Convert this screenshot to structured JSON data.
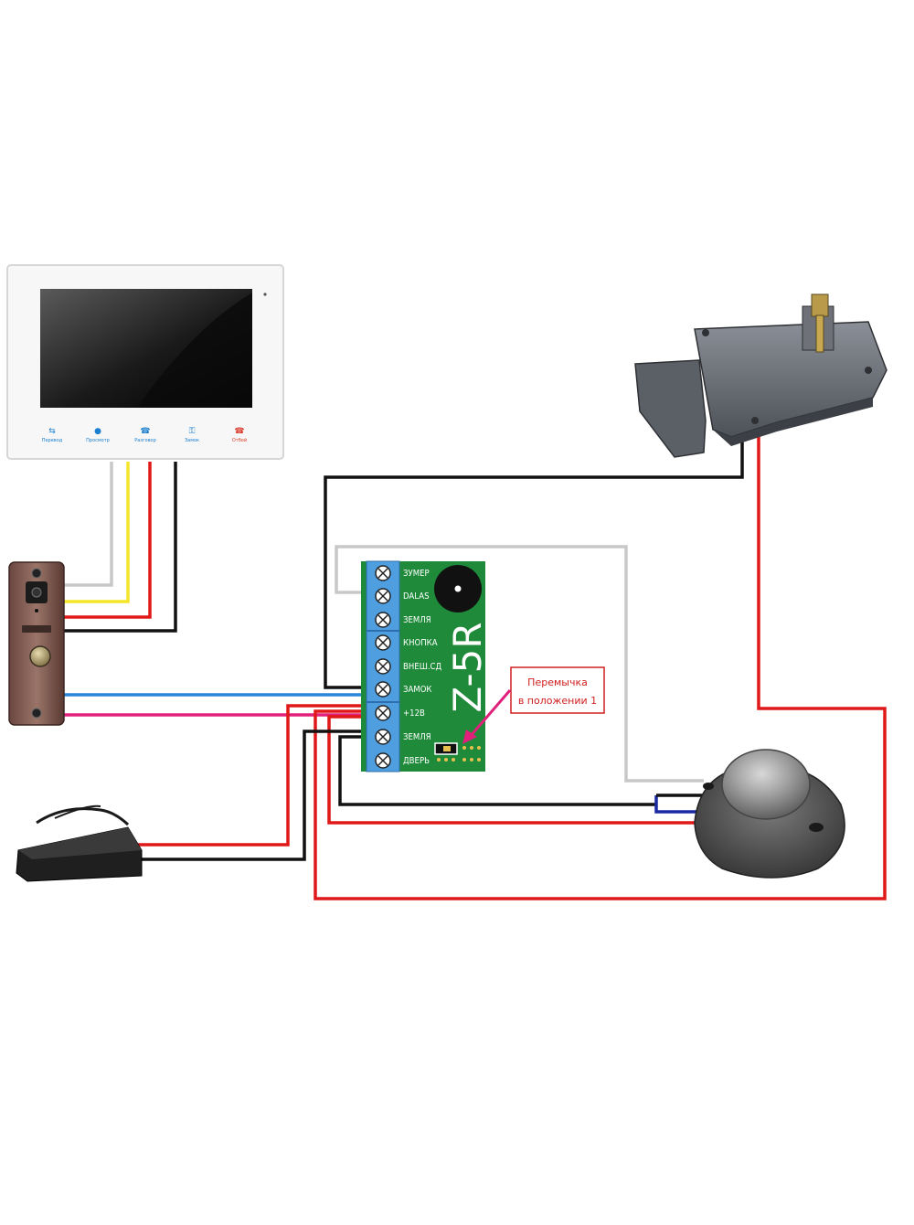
{
  "monitor": {
    "buttons": [
      {
        "label": "Перевод",
        "icon": "transfer-icon"
      },
      {
        "label": "Просмотр",
        "icon": "user-icon"
      },
      {
        "label": "Разговор",
        "icon": "handset-icon"
      },
      {
        "label": "Замок",
        "icon": "key-icon"
      },
      {
        "label": "Отбой",
        "icon": "hangup-icon"
      }
    ],
    "accent_color": "#1a7fd0",
    "hangup_color": "#d93a2a"
  },
  "controller": {
    "model": "Z-5R",
    "terminals": [
      "ЗУМЕР",
      "DALAS",
      "ЗЕМЛЯ",
      "КНОПКА",
      "ВНЕШ.СД",
      "ЗАМОК",
      "+12В",
      "ЗЕМЛЯ",
      "ДВЕРЬ"
    ],
    "board_color": "#1e8a3a",
    "terminal_color": "#4f9fe0"
  },
  "callout": {
    "line1": "Перемычка",
    "line2": "в положении 1",
    "color": "#e0207a"
  },
  "wire_colors": {
    "red": "#e01818",
    "black": "#111111",
    "white": "#c8c8c8",
    "yellow": "#f5e52a",
    "blue": "#2a86d6",
    "pink": "#e0207a",
    "navy": "#1a2aa0"
  }
}
